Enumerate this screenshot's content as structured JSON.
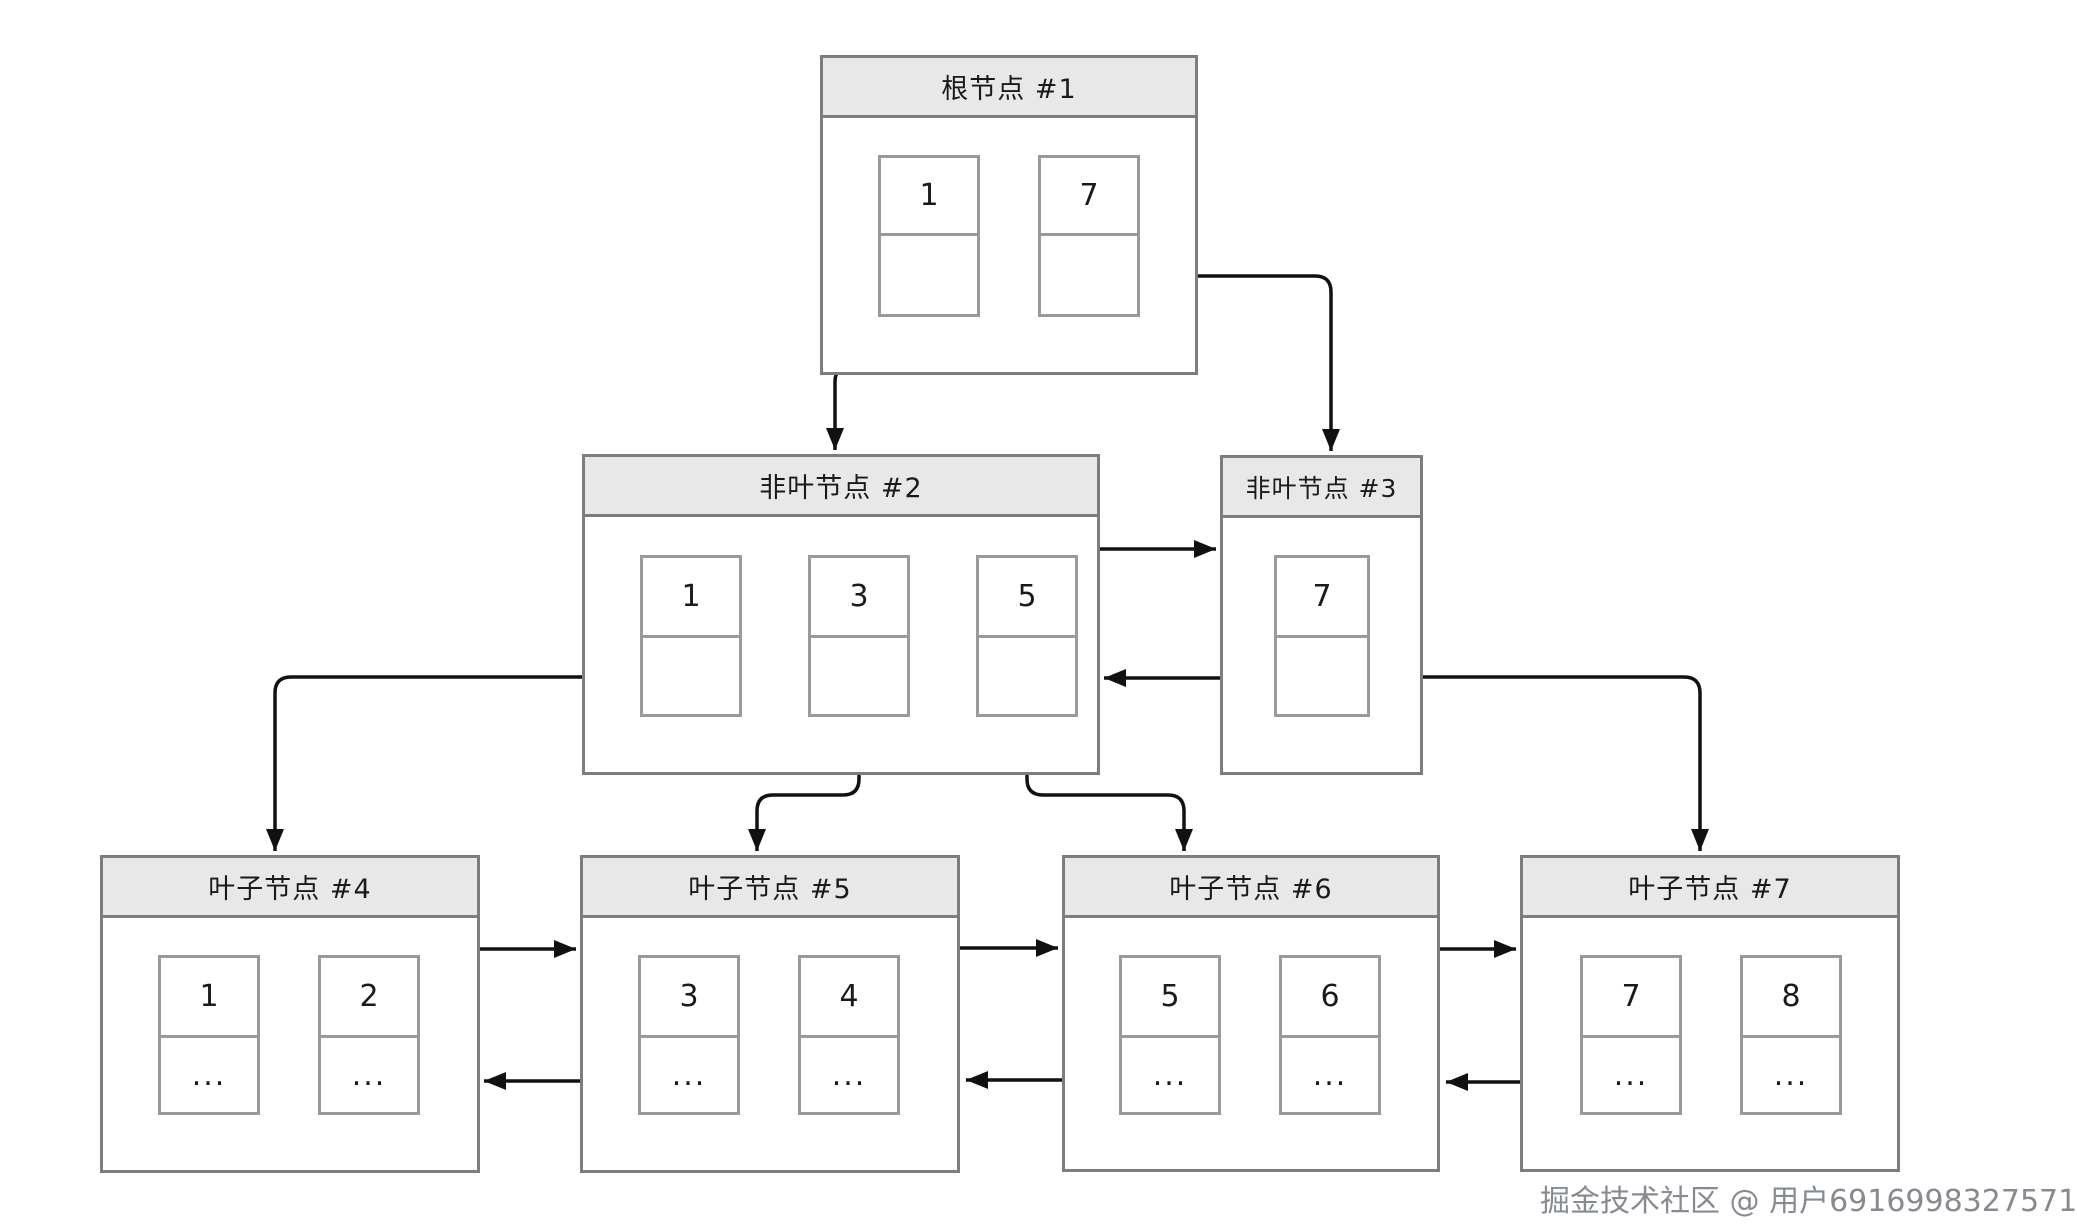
{
  "diagram": {
    "type": "bplus-tree",
    "watermark": "掘金技术社区 @ 用户6916998327571",
    "colors": {
      "background": "#ffffff",
      "node_border": "#7d7d7d",
      "header_fill": "#e8e8e8",
      "cell_border": "#9a9a9a",
      "connector": "#111111",
      "watermark_text": "#80858c"
    },
    "nodes": [
      {
        "id": "root-1",
        "kind": "root",
        "title": "根节点 #1",
        "cells": [
          {
            "key": "1",
            "pointer": ""
          },
          {
            "key": "7",
            "pointer": ""
          }
        ]
      },
      {
        "id": "internal-2",
        "kind": "internal",
        "title": "非叶节点 #2",
        "cells": [
          {
            "key": "1",
            "pointer": ""
          },
          {
            "key": "3",
            "pointer": ""
          },
          {
            "key": "5",
            "pointer": ""
          }
        ]
      },
      {
        "id": "internal-3",
        "kind": "internal",
        "title": "非叶节点 #3",
        "cells": [
          {
            "key": "7",
            "pointer": ""
          }
        ]
      },
      {
        "id": "leaf-4",
        "kind": "leaf",
        "title": "叶子节点 #4",
        "cells": [
          {
            "key": "1",
            "pointer": "..."
          },
          {
            "key": "2",
            "pointer": "..."
          }
        ]
      },
      {
        "id": "leaf-5",
        "kind": "leaf",
        "title": "叶子节点 #5",
        "cells": [
          {
            "key": "3",
            "pointer": "..."
          },
          {
            "key": "4",
            "pointer": "..."
          }
        ]
      },
      {
        "id": "leaf-6",
        "kind": "leaf",
        "title": "叶子节点 #6",
        "cells": [
          {
            "key": "5",
            "pointer": "..."
          },
          {
            "key": "6",
            "pointer": "..."
          }
        ]
      },
      {
        "id": "leaf-7",
        "kind": "leaf",
        "title": "叶子节点 #7",
        "cells": [
          {
            "key": "7",
            "pointer": "..."
          },
          {
            "key": "8",
            "pointer": "..."
          }
        ]
      }
    ],
    "edges": [
      {
        "from": "root-1.pointer0",
        "to": "internal-2",
        "type": "child"
      },
      {
        "from": "root-1.pointer1",
        "to": "internal-3",
        "type": "child"
      },
      {
        "from": "internal-2",
        "to": "internal-3",
        "type": "sibling-next"
      },
      {
        "from": "internal-3",
        "to": "internal-2",
        "type": "sibling-prev"
      },
      {
        "from": "internal-2.pointer0",
        "to": "leaf-4",
        "type": "child"
      },
      {
        "from": "internal-2.pointer1",
        "to": "leaf-5",
        "type": "child"
      },
      {
        "from": "internal-2.pointer2",
        "to": "leaf-6",
        "type": "child"
      },
      {
        "from": "internal-3.pointer0",
        "to": "leaf-7",
        "type": "child"
      },
      {
        "from": "leaf-4",
        "to": "leaf-5",
        "type": "sibling-next"
      },
      {
        "from": "leaf-5",
        "to": "leaf-4",
        "type": "sibling-prev"
      },
      {
        "from": "leaf-5",
        "to": "leaf-6",
        "type": "sibling-next"
      },
      {
        "from": "leaf-6",
        "to": "leaf-5",
        "type": "sibling-prev"
      },
      {
        "from": "leaf-6",
        "to": "leaf-7",
        "type": "sibling-next"
      },
      {
        "from": "leaf-7",
        "to": "leaf-6",
        "type": "sibling-prev"
      }
    ]
  }
}
